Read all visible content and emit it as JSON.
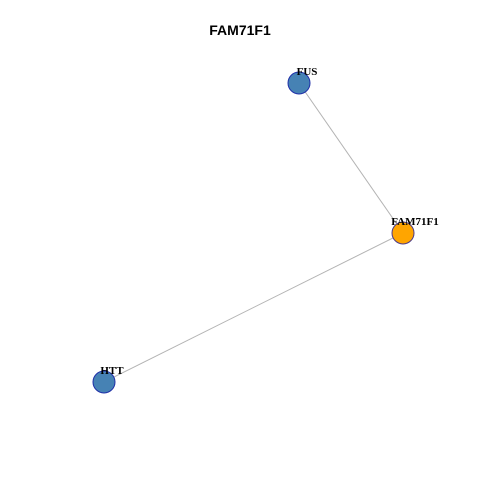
{
  "title": "FAM71F1",
  "colors": {
    "background": "#ffffff",
    "title": "#000000",
    "edge": "#b3b3b3",
    "center_node_fill": "#ffa500",
    "center_node_stroke": "#4a3a8a",
    "neighbor_node_fill": "#4682b4",
    "neighbor_node_stroke": "#1f2fa8",
    "label": "#000000"
  },
  "nodes": [
    {
      "id": "FUS",
      "label": "FUS",
      "role": "neighbor"
    },
    {
      "id": "FAM71F1",
      "label": "FAM71F1",
      "role": "center"
    },
    {
      "id": "HTT",
      "label": "HTT",
      "role": "neighbor"
    }
  ],
  "edges": [
    {
      "source": "FUS",
      "target": "FAM71F1"
    },
    {
      "source": "HTT",
      "target": "FAM71F1"
    }
  ]
}
